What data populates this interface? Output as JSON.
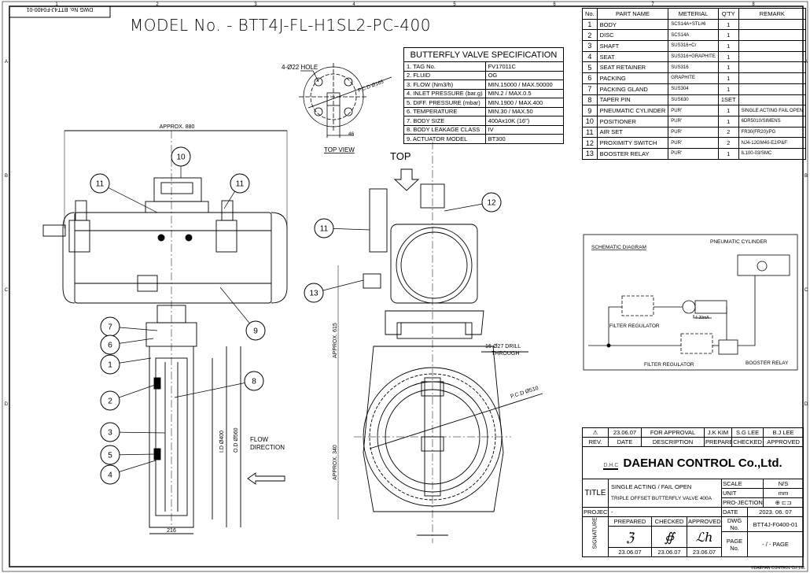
{
  "header": {
    "model_title": "MODEL No. - BTT4J-FL-H1SL2-PC-400",
    "dwg_no_stamp": "DWG No.  BTT4J-F0400-01"
  },
  "frame": {
    "columns": [
      "1",
      "2",
      "3",
      "4",
      "5",
      "6",
      "7",
      "8"
    ],
    "rows": [
      "A",
      "B",
      "C",
      "D"
    ]
  },
  "spec": {
    "title": "BUTTERFLY VALVE SPECIFICATION",
    "rows": [
      {
        "label": "1. TAG No.",
        "value": "FV17011C"
      },
      {
        "label": "2. FLUID",
        "value": "OG"
      },
      {
        "label": "3. FLOW (Nm3/h)",
        "value": "MIN.15000 / MAX.50000"
      },
      {
        "label": "4. INLET PRESSURE (bar.g)",
        "value": "MIN.2 / MAX.0.5"
      },
      {
        "label": "5. DIFF. PRESSURE (mbar)",
        "value": "MIN.1900 / MAX.400"
      },
      {
        "label": "6. TEMPERATURE",
        "value": "MIN.30 / MAX.50"
      },
      {
        "label": "7. BODY SIZE",
        "value": "400Ax10K (16\")"
      },
      {
        "label": "8. BODY LEAKAGE CLASS",
        "value": "IV"
      },
      {
        "label": "9. ACTUATOR MODEL",
        "value": "BT300"
      }
    ]
  },
  "parts": {
    "headers": [
      "No.",
      "PART NAME",
      "METERIAL",
      "Q'TY",
      "REMARK"
    ],
    "rows": [
      [
        "1",
        "BODY",
        "SCS14A+STL#6",
        "1",
        ""
      ],
      [
        "2",
        "DISC",
        "SCS14A",
        "1",
        ""
      ],
      [
        "3",
        "SHAFT",
        "SUS316+Cr",
        "1",
        ""
      ],
      [
        "4",
        "SEAT",
        "SUS316+GRAPHITE",
        "1",
        ""
      ],
      [
        "5",
        "SEAT RETAINER",
        "SUS316",
        "1",
        ""
      ],
      [
        "6",
        "PACKING",
        "GRAPHITE",
        "1",
        ""
      ],
      [
        "7",
        "PACKING GLAND",
        "SUS304",
        "1",
        ""
      ],
      [
        "8",
        "TAPER PIN",
        "SUS630",
        "1SET",
        ""
      ],
      [
        "9",
        "PNEUMATIC CYLINDER",
        "PUR'",
        "1",
        "SINGLE ACTING FAIL OPEN"
      ],
      [
        "10",
        "POSITIONER",
        "PUR'",
        "1",
        "6DR5010/SIMENS"
      ],
      [
        "11",
        "AIR SET",
        "PUR'",
        "2",
        "FR30(FR20)/PG"
      ],
      [
        "12",
        "PROXIMITY SWITCH",
        "PUR'",
        "2",
        "NJ4-12GM40-E2/P&F"
      ],
      [
        "13",
        "BOOSTER RELAY",
        "PUR'",
        "1",
        "IL100-03/SMC"
      ]
    ]
  },
  "top_view": {
    "hole": "4-Ø22 HOLE",
    "pcd": "P.C.D Ø165",
    "dim": "46",
    "label": "TOP VIEW"
  },
  "side_view": {
    "approx_width": "APPROX. 880",
    "id": "I.D Ø400",
    "od": "O.D Ø560",
    "flow": [
      "FLOW",
      "DIRECTION"
    ],
    "face": "216"
  },
  "front_view": {
    "top": "TOP",
    "drill": [
      "16-Ø27 DRILL",
      "THROUGH"
    ],
    "pcd": "P.C.D Ø510",
    "approx_615": "APPROX. 615",
    "approx_340": "APPROX. 340"
  },
  "balloons": {
    "left": [
      "11",
      "10",
      "11",
      "9",
      "7",
      "6",
      "1",
      "8",
      "2",
      "3",
      "5",
      "4"
    ],
    "right": [
      "12",
      "11",
      "13"
    ]
  },
  "schematic": {
    "title": "SCHEMATIC DIAGRAM",
    "cylinder": "PNEUMATIC CYLINDER",
    "fr1": "FILTER REGULATOR",
    "fr2": "FILTER REGULATOR",
    "signal": "4-20mA",
    "booster": "BOOSTER RELAY"
  },
  "title_block": {
    "rev": {
      "mark": "⚠",
      "date": "23.06.07",
      "desc": "FOR APPROVAL",
      "prepared": "J.K KIM",
      "checked": "S.G LEE",
      "approved": "B.J LEE"
    },
    "rev_headers": [
      "REV.",
      "DATE",
      "DESCRIPTION",
      "PREPARED",
      "CHECKED",
      "APPROVED"
    ],
    "company": "DAEHAN CONTROL Co.,Ltd.",
    "logo_text": "D.H.C",
    "title_label": "TITLE",
    "title1": "SINGLE ACTING / FAIL OPEN",
    "title2": "TRIPLE OFFSET BUTTERFLY VALVE 400A",
    "scale_label": "SCALE",
    "scale": "N/S",
    "unit_label": "UNIT",
    "unit": "mm",
    "projection_label": "PRO-JECTION",
    "project_label": "PROJECT",
    "project": "-",
    "date_label": "DATE",
    "date": "2023. 06. 07",
    "signature_label": "SIGNATURE",
    "sig_headers": [
      "PREPARED",
      "CHECKED",
      "APPROVED"
    ],
    "sig_dates": [
      "23.06.07",
      "23.06.07",
      "23.06.07"
    ],
    "dwg_label": "DWG No.",
    "dwg": "BTT4J-F0400-01",
    "page_label": "PAGE No.",
    "page": "- / -  PAGE",
    "copyright": "©DAEHAN CONTROL Co.,Ltd."
  }
}
